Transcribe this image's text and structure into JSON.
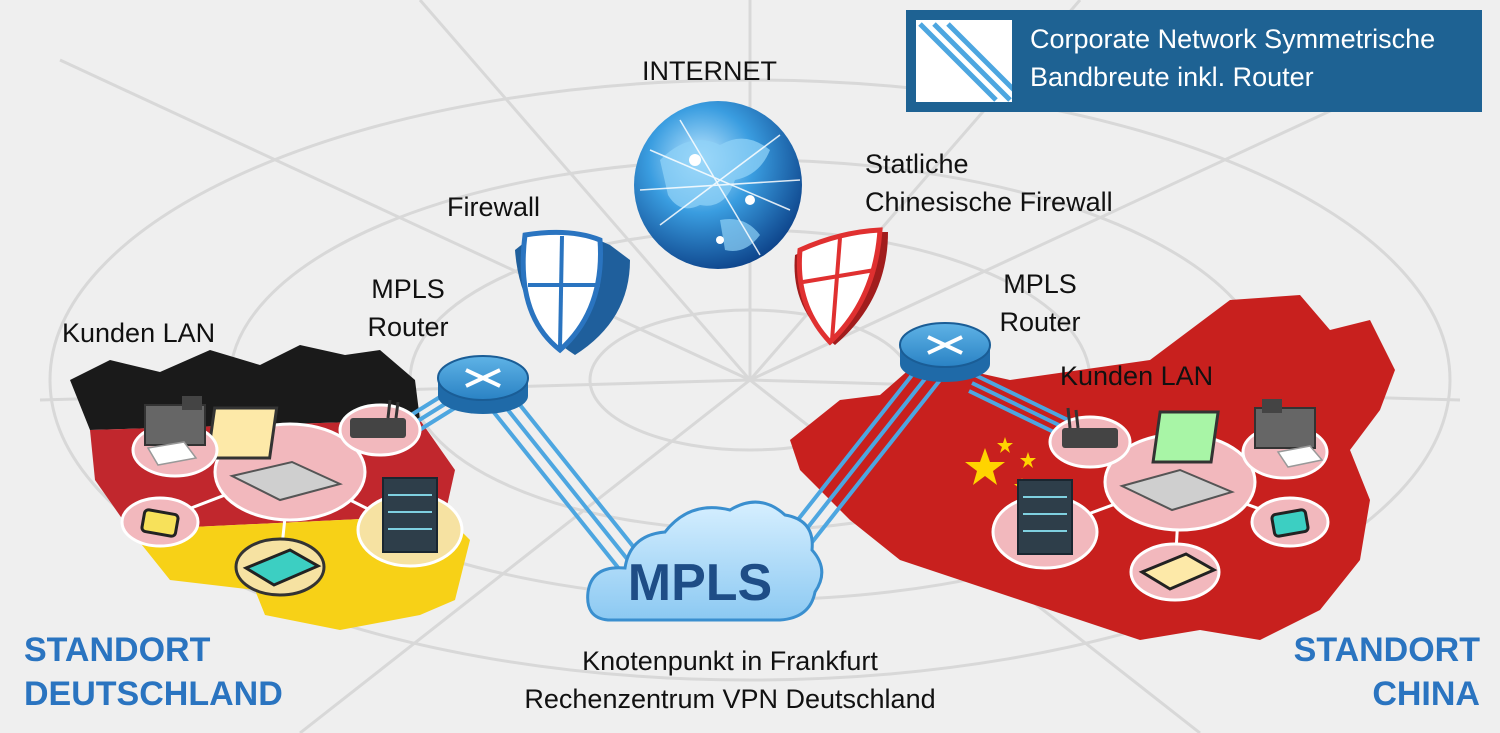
{
  "legend": {
    "line1": "Corporate Network Symmetrische",
    "line2": "Bandbreute inkl. Router"
  },
  "internet": {
    "label": "INTERNET"
  },
  "firewall_de": {
    "label": "Firewall"
  },
  "firewall_cn": {
    "line1": "Statliche",
    "line2": "Chinesische Firewall"
  },
  "router_de": {
    "line1": "MPLS",
    "line2": "Router"
  },
  "router_cn": {
    "line1": "MPLS",
    "line2": "Router"
  },
  "lan_de": {
    "label": "Kunden LAN"
  },
  "lan_cn": {
    "label": "Kunden LAN"
  },
  "mpls_cloud": {
    "label": "MPLS"
  },
  "node": {
    "line1": "Knotenpunkt in Frankfurt",
    "line2": "Rechenzentrum VPN Deutschland"
  },
  "site_de": {
    "line1": "STANDORT",
    "line2": "DEUTSCHLAND"
  },
  "site_cn": {
    "line1": "STANDORT",
    "line2": "CHINA"
  },
  "colors": {
    "link_blue": "#4da6e0",
    "title_blue": "#2a74c0",
    "legend_bg": "#1e6293",
    "flag_black": "#1a1a1a",
    "flag_red": "#c1272d",
    "flag_gold": "#f7d117",
    "china_red": "#c8201e",
    "china_star": "#ffd400",
    "firewall_blue": "#2a74c0",
    "firewall_red": "#e03030"
  }
}
